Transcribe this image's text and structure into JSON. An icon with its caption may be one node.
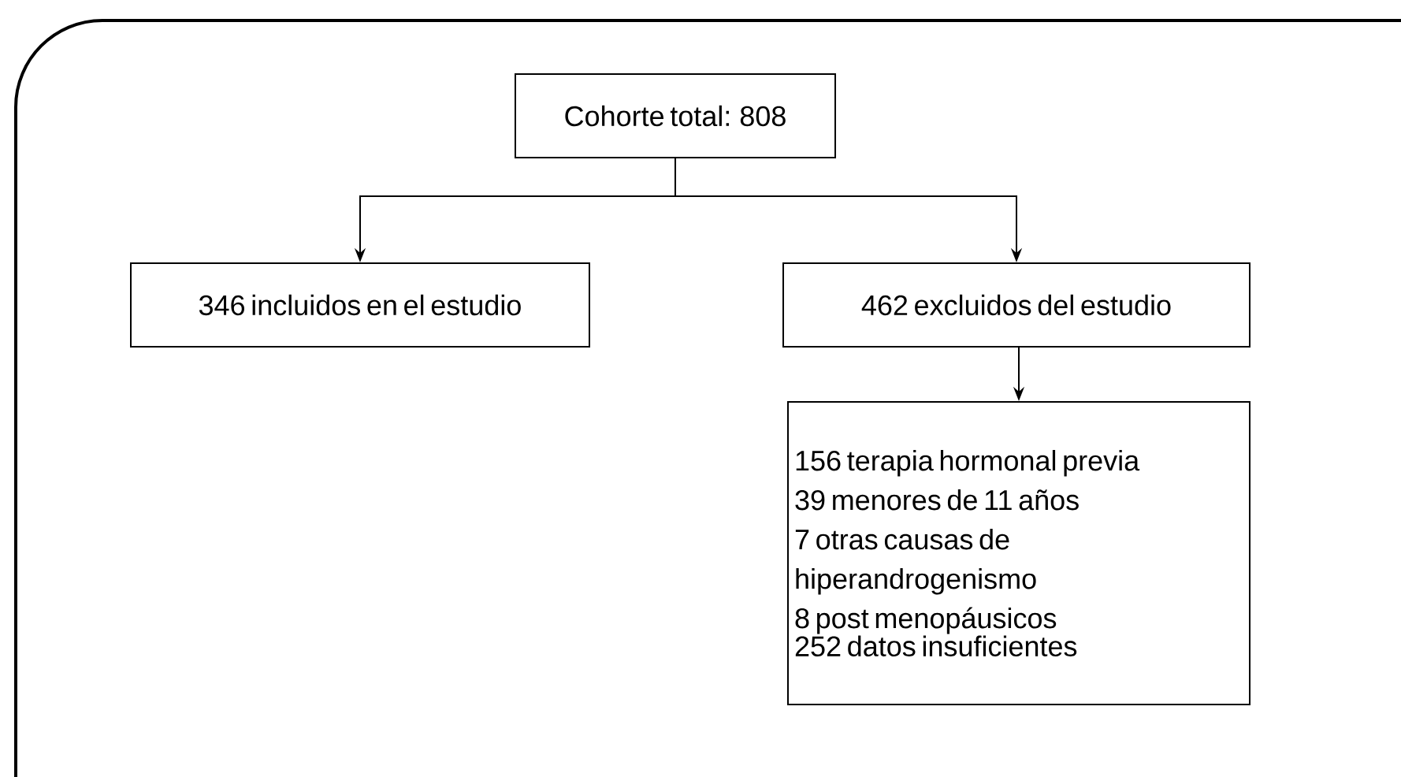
{
  "diagram": {
    "nodes": [
      {
        "text": [
          "Cohorte total: 808"
        ]
      },
      {
        "text": [
          "346 incluidos en el estudio"
        ]
      },
      {
        "text": [
          "462 excluidos del estudio"
        ]
      },
      {
        "text": [
          "156 terapia hormonal previa",
          "39 menores de 11 años",
          "7 otras causas de hiperandrogenismo",
          "8 post menopáusicos",
          "252 datos insuficientes"
        ]
      }
    ],
    "edges": [
      {
        "from": 0,
        "to": 1,
        "arrow": "to"
      },
      {
        "from": 0,
        "to": 2,
        "arrow": "to"
      },
      {
        "from": 2,
        "to": 3,
        "arrow": "to"
      }
    ]
  }
}
